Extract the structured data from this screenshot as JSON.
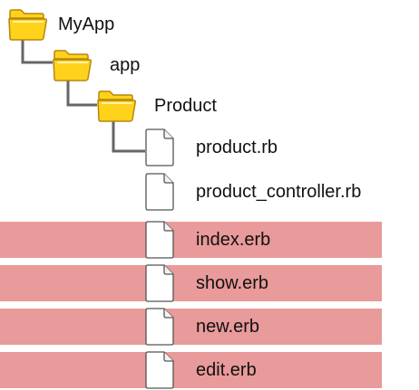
{
  "tree": {
    "nodes": [
      {
        "name": "MyApp",
        "kind": "folder",
        "depth": 0,
        "highlighted": false
      },
      {
        "name": "app",
        "kind": "folder",
        "depth": 1,
        "highlighted": false
      },
      {
        "name": "Product",
        "kind": "folder",
        "depth": 2,
        "highlighted": false
      },
      {
        "name": "product.rb",
        "kind": "file",
        "depth": 3,
        "highlighted": false
      },
      {
        "name": "product_controller.rb",
        "kind": "file",
        "depth": 3,
        "highlighted": false
      },
      {
        "name": "index.erb",
        "kind": "file",
        "depth": 3,
        "highlighted": true
      },
      {
        "name": "show.erb",
        "kind": "file",
        "depth": 3,
        "highlighted": true
      },
      {
        "name": "new.erb",
        "kind": "file",
        "depth": 3,
        "highlighted": true
      },
      {
        "name": "edit.erb",
        "kind": "file",
        "depth": 3,
        "highlighted": true
      }
    ]
  },
  "colors": {
    "highlight": "#e99a9a",
    "folder_fill": "#ffd21c",
    "folder_stroke": "#b8860b",
    "connector": "#666666",
    "file_stroke": "#555555"
  },
  "icons": {
    "folder": "folder-icon",
    "file": "file-icon"
  }
}
